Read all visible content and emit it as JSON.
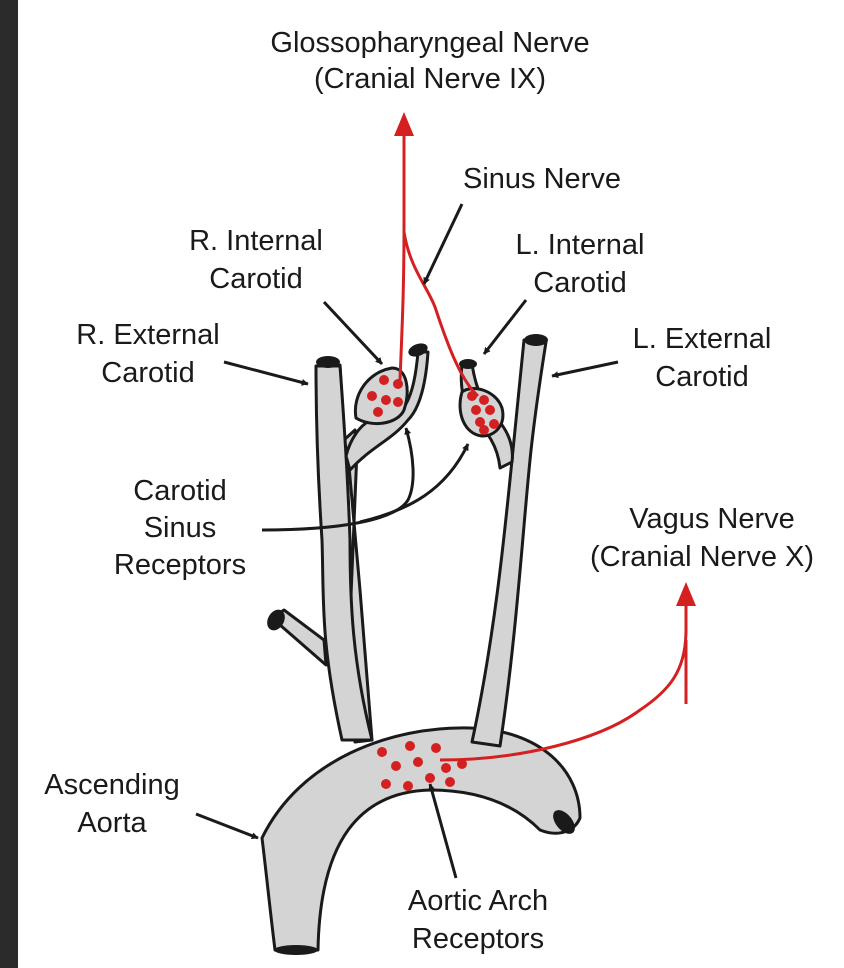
{
  "colors": {
    "background": "#2b2b2b",
    "panel": "#ffffff",
    "vessel_fill": "#d4d4d4",
    "outline": "#1a1a1a",
    "nerve": "#d42020",
    "receptor": "#d42020"
  },
  "labels": {
    "glossopharyngeal_line1": "Glossopharyngeal Nerve",
    "glossopharyngeal_line2": "(Cranial Nerve IX)",
    "sinus_nerve": "Sinus Nerve",
    "r_internal_line1": "R. Internal",
    "r_internal_line2": "Carotid",
    "l_internal_line1": "L. Internal",
    "l_internal_line2": "Carotid",
    "r_external_line1": "R. External",
    "r_external_line2": "Carotid",
    "l_external_line1": "L. External",
    "l_external_line2": "Carotid",
    "carotid_sinus_line1": "Carotid",
    "carotid_sinus_line2": "Sinus",
    "carotid_sinus_line3": "Receptors",
    "vagus_line1": "Vagus Nerve",
    "vagus_line2": "(Cranial Nerve X)",
    "ascending_line1": "Ascending",
    "ascending_line2": "Aorta",
    "aortic_line1": "Aortic Arch",
    "aortic_line2": "Receptors"
  }
}
